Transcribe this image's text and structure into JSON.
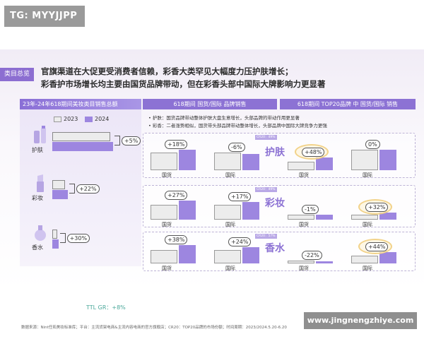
{
  "badge": "TG: MYYJJPP",
  "watermark": "www.jingnengzhiye.com",
  "category_tag": "类目总览",
  "headline_1": "官旗渠道在大促更受消费者信赖，彩香大类罕见大幅度力压护肤增长；",
  "headline_2": "彩香护市场增长均主要由国货品牌带动，但在彩香头部中国际大牌影响力更显著",
  "panel_left_title": "23年-24年618期间美妆类目销售总额",
  "panel_mid_title": "618期间 国货/国际 品牌销售",
  "panel_right_title": "618期间 TOP20品牌 中 国货/国际 销售",
  "notes": [
    "• 护肤：国货品牌带动整体护肤大盘生意增长，头部品牌的带动作用更显著",
    "• 彩香：二者涨势相似，国货带头部品牌带动整体增长，头部品牌中国际大牌竞争力更强"
  ],
  "ttl": "TTL GR：+8%",
  "cr20_labels": [
    "CR20：49%",
    "CR20：49%",
    "CR20：57%"
  ],
  "footer": "数据来源：Nint任拓美妆标准库；平台：主流货架电商&主流内容电商的官方旗舰店；CR20：TOP20品牌的市场份额；时间周期：2023/2024.5.20-6.20",
  "colors": {
    "y2023": "#ececec",
    "y2024": "#9d86e0",
    "accent": "#8c72d4"
  },
  "chart_data": [
    {
      "type": "bar",
      "title": "23年-24年618期间美妆类目销售总额",
      "orientation": "horizontal",
      "categories": [
        "护肤",
        "彩妆",
        "香水"
      ],
      "series": [
        {
          "name": "2023",
          "values": [
            100,
            22,
            8
          ]
        },
        {
          "name": "2024",
          "values": [
            105,
            27,
            10.5
          ]
        }
      ],
      "growth_labels": [
        "+5%",
        "+22%",
        "+30%"
      ],
      "annotation": "TTL GR：+8%"
    },
    {
      "type": "bar",
      "title": "618期间 国货/国际 品牌销售",
      "categories": [
        "国货",
        "国际"
      ],
      "panels": [
        {
          "category": "护肤",
          "growth": [
            "+18%",
            "-6%"
          ],
          "values_2023": [
            62,
            62
          ],
          "values_2024": [
            73,
            58
          ]
        },
        {
          "category": "彩妆",
          "growth": [
            "+27%",
            "+17%"
          ],
          "values_2023": [
            60,
            60
          ],
          "values_2024": [
            76,
            70
          ]
        },
        {
          "category": "香水",
          "growth": [
            "+38%",
            "+24%"
          ],
          "values_2023": [
            60,
            60
          ],
          "values_2024": [
            82,
            74
          ]
        }
      ]
    },
    {
      "type": "bar",
      "title": "618期间 TOP20品牌 中 国货/国际 销售",
      "categories": [
        "国货",
        "国际"
      ],
      "panels": [
        {
          "category": "护肤",
          "growth": [
            "+48%",
            "0%"
          ],
          "values_2023": [
            30,
            72
          ],
          "values_2024": [
            45,
            72
          ],
          "highlight": "国货"
        },
        {
          "category": "彩妆",
          "growth": [
            "-1%",
            "+32%"
          ],
          "values_2023": [
            20,
            20
          ],
          "values_2024": [
            20,
            27
          ],
          "highlight": "国际"
        },
        {
          "category": "香水",
          "growth": [
            "-22%",
            "+44%"
          ],
          "values_2023": [
            14,
            35
          ],
          "values_2024": [
            11,
            50
          ],
          "highlight": "国际"
        }
      ]
    }
  ]
}
